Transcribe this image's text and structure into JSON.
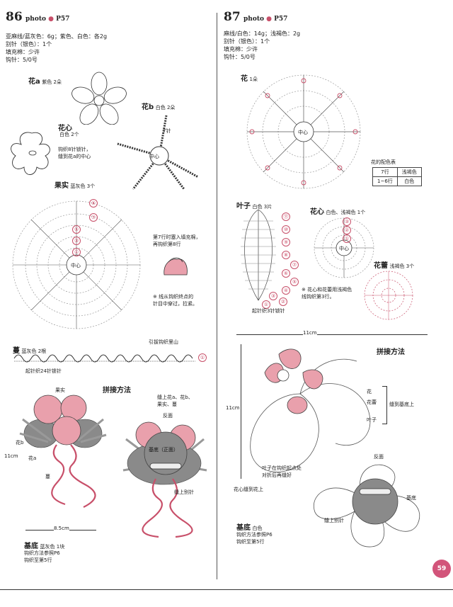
{
  "left": {
    "number": "86",
    "photo": "photo",
    "photo_ref": "P57",
    "materials": [
      "亚麻线/蓝灰色：6g；紫色、白色：各2g",
      "别针（银色）：1个",
      "填充棉：少许",
      "钩针：5/0号"
    ],
    "flower_a": {
      "title": "花a",
      "note": "紫色 2朵"
    },
    "flower_b": {
      "title": "花b",
      "note": "白色 2朵",
      "len": "7针",
      "center": "中心"
    },
    "heart": {
      "title": "花心",
      "note": "白色 2个",
      "desc1": "钩织8针锁针，",
      "desc2": "缝到花a的中心"
    },
    "fruit": {
      "title": "果实",
      "note": "蓝灰色 3个",
      "center": "中心",
      "rows": [
        "⑧",
        "⑦",
        "⑤",
        "③",
        "①"
      ],
      "desc1": "第7行时塞入填充棉，",
      "desc2": "再钩织第8行",
      "tip1": "※ 线从钩织终点的",
      "tip2": "针目中穿过，拉紧。"
    },
    "vine": {
      "title": "蔓",
      "note": "蓝灰色 2根",
      "pull": "引拔钩织里山",
      "start": "起针织24针锁针",
      "row": "①"
    },
    "assembly": {
      "title": "拼接方法",
      "fruit": "果实",
      "flower_b": "花b",
      "flower_a": "花a",
      "vine": "蔓",
      "height": "11cm",
      "width": "8.5cm",
      "note1": "缝上花a、花b、",
      "note2": "果实、蔓",
      "back": "反面",
      "base": "基底（正面）",
      "pin": "缝上别针"
    },
    "base": {
      "title": "基底",
      "note": "蓝灰色 1块",
      "desc1": "钩织方法参照P6",
      "desc2": "钩织至第5行"
    }
  },
  "right": {
    "number": "87",
    "photo": "photo",
    "photo_ref": "P57",
    "materials": [
      "麻线/白色：14g；浅褐色：2g",
      "别针（银色）：1个",
      "填充棉：少许",
      "钩针：5/0号"
    ],
    "flower": {
      "title": "花",
      "note": "1朵",
      "center": "中心"
    },
    "color_table": {
      "title": "花的配色表",
      "rows": [
        [
          "7行",
          "浅褐色"
        ],
        [
          "1~6行",
          "白色"
        ]
      ]
    },
    "leaf": {
      "title": "叶子",
      "note": "白色 3片",
      "start": "起针织3针锁针",
      "rows": [
        "⑪",
        "⑩",
        "⑨",
        "⑧",
        "⑦",
        "⑥",
        "⑤",
        "④",
        "③",
        "②",
        "①"
      ]
    },
    "heart": {
      "title": "花心",
      "note": "白色、浅褐色 1个",
      "center": "中心",
      "rows": [
        "③",
        "②",
        "①"
      ],
      "tip1": "※ 花心和花蕾用浅褐色",
      "tip2": "线钩织第3行。"
    },
    "bud": {
      "title": "花蕾",
      "note": "浅褐色 3个"
    },
    "assembly": {
      "title": "拼接方法",
      "width": "11cm",
      "height": "11cm",
      "flower": "花",
      "bud": "花蕾",
      "leaf": "叶子",
      "join": "缝到基底上",
      "leaf_note1": "叶子在钩织起点处",
      "leaf_note2": "对折后再缝好",
      "heart_note": "花心缝到花上",
      "back": "反面",
      "base_lbl": "基底",
      "pin": "缝上别针"
    },
    "base": {
      "title": "基底",
      "note": "白色",
      "desc1": "钩织方法参照P6",
      "desc2": "钩织至第5行"
    }
  },
  "page_number": "59",
  "colors": {
    "pink": "#e9a0ac",
    "pink_dark": "#c8506a",
    "gray": "#8a8a8a",
    "accent": "#d2547a"
  }
}
